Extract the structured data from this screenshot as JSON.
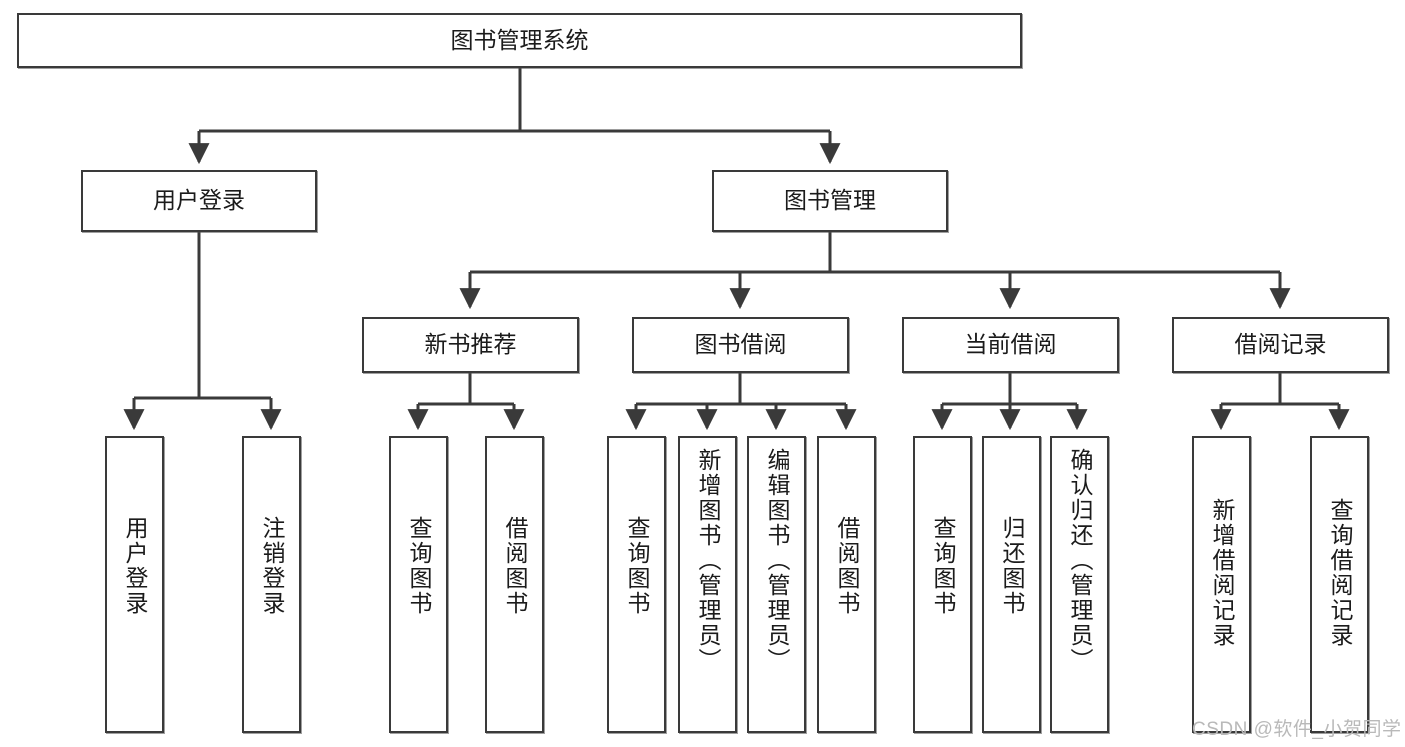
{
  "diagram": {
    "title": "图书管理系统",
    "type": "tree-hierarchy-flowchart",
    "root": {
      "id": "root",
      "label": "图书管理系统"
    },
    "level2": [
      {
        "id": "user-login",
        "label": "用户登录"
      },
      {
        "id": "book-manage",
        "label": "图书管理"
      }
    ],
    "level3": [
      {
        "id": "new-book-recommend",
        "label": "新书推荐",
        "parent": "book-manage"
      },
      {
        "id": "book-borrow",
        "label": "图书借阅",
        "parent": "book-manage"
      },
      {
        "id": "current-borrow",
        "label": "当前借阅",
        "parent": "book-manage"
      },
      {
        "id": "borrow-record",
        "label": "借阅记录",
        "parent": "book-manage"
      }
    ],
    "leaves": [
      {
        "id": "leaf-user-login",
        "label": "用户登录",
        "parent": "user-login"
      },
      {
        "id": "leaf-logout",
        "label": "注销登录",
        "parent": "user-login"
      },
      {
        "id": "leaf-query-book-1",
        "label": "查询图书",
        "parent": "new-book-recommend"
      },
      {
        "id": "leaf-borrow-book-1",
        "label": "借阅图书",
        "parent": "new-book-recommend"
      },
      {
        "id": "leaf-query-book-2",
        "label": "查询图书",
        "parent": "book-borrow"
      },
      {
        "id": "leaf-add-book",
        "label": "新增图书（管理员）",
        "parent": "book-borrow"
      },
      {
        "id": "leaf-edit-book",
        "label": "编辑图书（管理员）",
        "parent": "book-borrow"
      },
      {
        "id": "leaf-borrow-book-2",
        "label": "借阅图书",
        "parent": "book-borrow"
      },
      {
        "id": "leaf-query-book-3",
        "label": "查询图书",
        "parent": "current-borrow"
      },
      {
        "id": "leaf-return-book",
        "label": "归还图书",
        "parent": "current-borrow"
      },
      {
        "id": "leaf-confirm-return",
        "label": "确认归还（管理员）",
        "parent": "current-borrow"
      },
      {
        "id": "leaf-add-record",
        "label": "新增借阅记录",
        "parent": "borrow-record"
      },
      {
        "id": "leaf-query-record",
        "label": "查询借阅记录",
        "parent": "borrow-record"
      }
    ],
    "colors": {
      "stroke": "#3a3a3a",
      "fill": "#ffffff",
      "text": "#1b1b1b",
      "watermark": "#b9b9b9"
    }
  },
  "watermark": {
    "text": "CSDN @软件_小贺同学"
  }
}
